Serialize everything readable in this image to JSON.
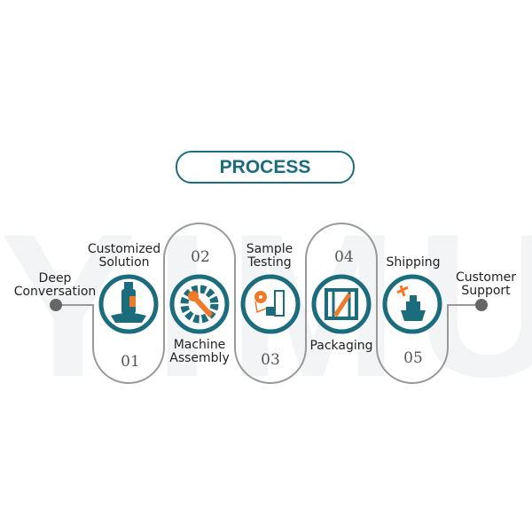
{
  "title": "PROCESS",
  "watermark": "YIMU",
  "colors": {
    "teal": "#1b6c7c",
    "orange": "#f07a2a",
    "line": "#888888"
  },
  "start": {
    "label": "Deep\nConversation"
  },
  "end": {
    "label": "Customer\nSupport"
  },
  "steps": [
    {
      "number": "01",
      "label": "Customized\nSolution",
      "icon": "hand-bottle-icon"
    },
    {
      "number": "02",
      "label": "Machine\nAssembly",
      "icon": "gear-wrench-icon"
    },
    {
      "number": "03",
      "label": "Sample\nTesting",
      "icon": "machine-icon"
    },
    {
      "number": "04",
      "label": "Packaging",
      "icon": "crate-icon"
    },
    {
      "number": "05",
      "label": "Shipping",
      "icon": "ship-plane-icon"
    }
  ]
}
